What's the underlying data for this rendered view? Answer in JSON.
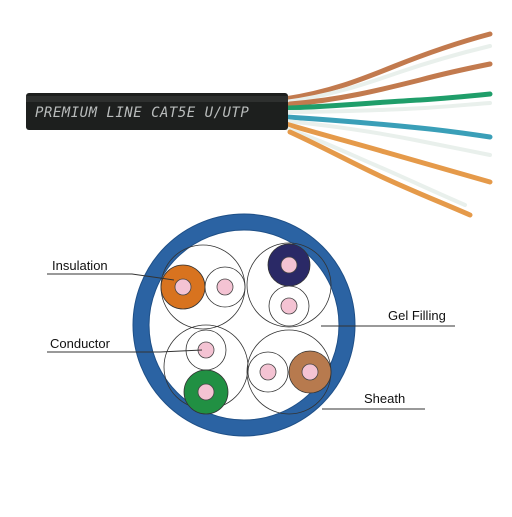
{
  "cable": {
    "jacket_print": "PREMIUM LINE CAT5E U/UTP",
    "jacket_color": "#1d1f1e",
    "print_color": "#b9bcbc",
    "wire_colors": {
      "brown": "#c27a4e",
      "green": "#1f9e6a",
      "blue": "#3a9fb8",
      "orange": "#e59a4a",
      "white": "#e9f0ec"
    }
  },
  "cross_section": {
    "sheath_color": "#2b63a3",
    "fill_color": "#ffffff",
    "conductor_color": "#f4c3d3",
    "insulation_colors": {
      "orange": "#d8731f",
      "blue": "#2a2966",
      "brown": "#b77a4e",
      "green": "#219043",
      "white": "#ffffff"
    }
  },
  "labels": {
    "insulation": "Insulation",
    "conductor": "Conductor",
    "gel_filling": "Gel Filling",
    "sheath": "Sheath"
  }
}
